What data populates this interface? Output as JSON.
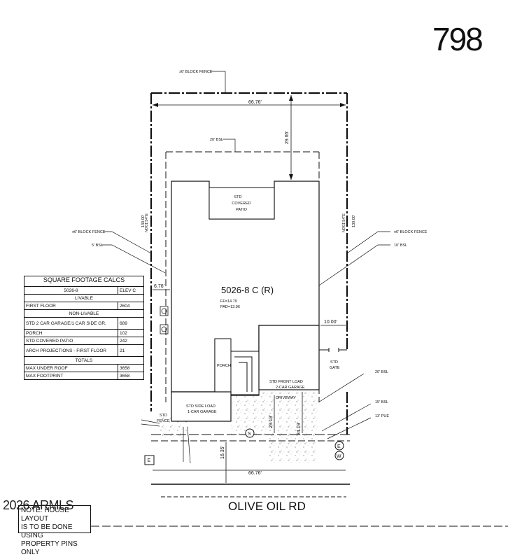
{
  "lot_number": "798",
  "street": "OLIVE OIL RD",
  "plan": {
    "name": "5026-8 C (R)",
    "ff": "FF=14.79",
    "pad": "PAD=13.96",
    "patio_label": [
      "STD",
      "COVERED",
      "PATIO"
    ],
    "porch_label": "PORCH",
    "side_garage_label": [
      "STD SIDE LOAD",
      "1-CAR GARAGE"
    ],
    "front_garage_label": [
      "STD FRONT LOAD",
      "2-CAR GARAGE"
    ],
    "driveway_label": "DRIVEWAY"
  },
  "dimensions": {
    "rear_width": "66.76'",
    "front_width": "66.76'",
    "rear_setback": "29.65'",
    "left_side": "6.76'",
    "right_side": "10.00'",
    "driveway_depth_left": "29.19'",
    "driveway_depth_right": "24.19'",
    "front_yard": "16.35'",
    "left_bearing": "N0'01'54\"E",
    "left_length": "130.00'",
    "right_bearing": "N0'01'54\"E",
    "right_length": "130.00'"
  },
  "callouts": {
    "block_fence_top": "±6' BLOCK FENCE",
    "rear_bsl": "20' BSL",
    "block_fence_left": "±6' BLOCK FENCE",
    "left_bsl": "5' BSL",
    "block_fence_right": "±6' BLOCK FENCE",
    "right_bsl": "10' BSL",
    "std_gate": [
      "STD",
      "GATE"
    ],
    "std_fence": [
      "STD",
      "FENCE"
    ],
    "front_bsl_20": "20' BSL",
    "front_bsl_15": "15' BSL",
    "pue": "13' PUE",
    "marker_s": "S",
    "marker_e_box": "E",
    "marker_e": "E",
    "marker_w": "W"
  },
  "square_footage": {
    "title": "SQUARE FOOTAGE CALCS",
    "col_plan": "5026-8",
    "col_elev": "ELEV C",
    "livable_header": "LIVABLE",
    "first_floor_label": "FIRST FLOOR",
    "first_floor_value": "2604",
    "nonlivable_header": "NON-LIVABLE",
    "garage_label": "STD 2 CAR GARAGE/1 CAR SIDE GR.",
    "garage_value": "689",
    "porch_label": "PORCH",
    "porch_value": "102",
    "patio_label": "STD COVERED PATIO",
    "patio_value": "242",
    "arch_label": "ARCH PROJECTIONS - FIRST FLOOR",
    "arch_value": "21",
    "totals_header": "TOTALS",
    "under_roof_label": "MAX UNDER ROOF",
    "under_roof_value": "3658",
    "footprint_label": "MAX FOOTPRINT",
    "footprint_value": "3658"
  },
  "note": [
    "NOTE: HOUSE LAYOUT",
    "IS TO BE DONE USING",
    "PROPERTY PINS ONLY"
  ],
  "watermark": "2026 ARMLS"
}
